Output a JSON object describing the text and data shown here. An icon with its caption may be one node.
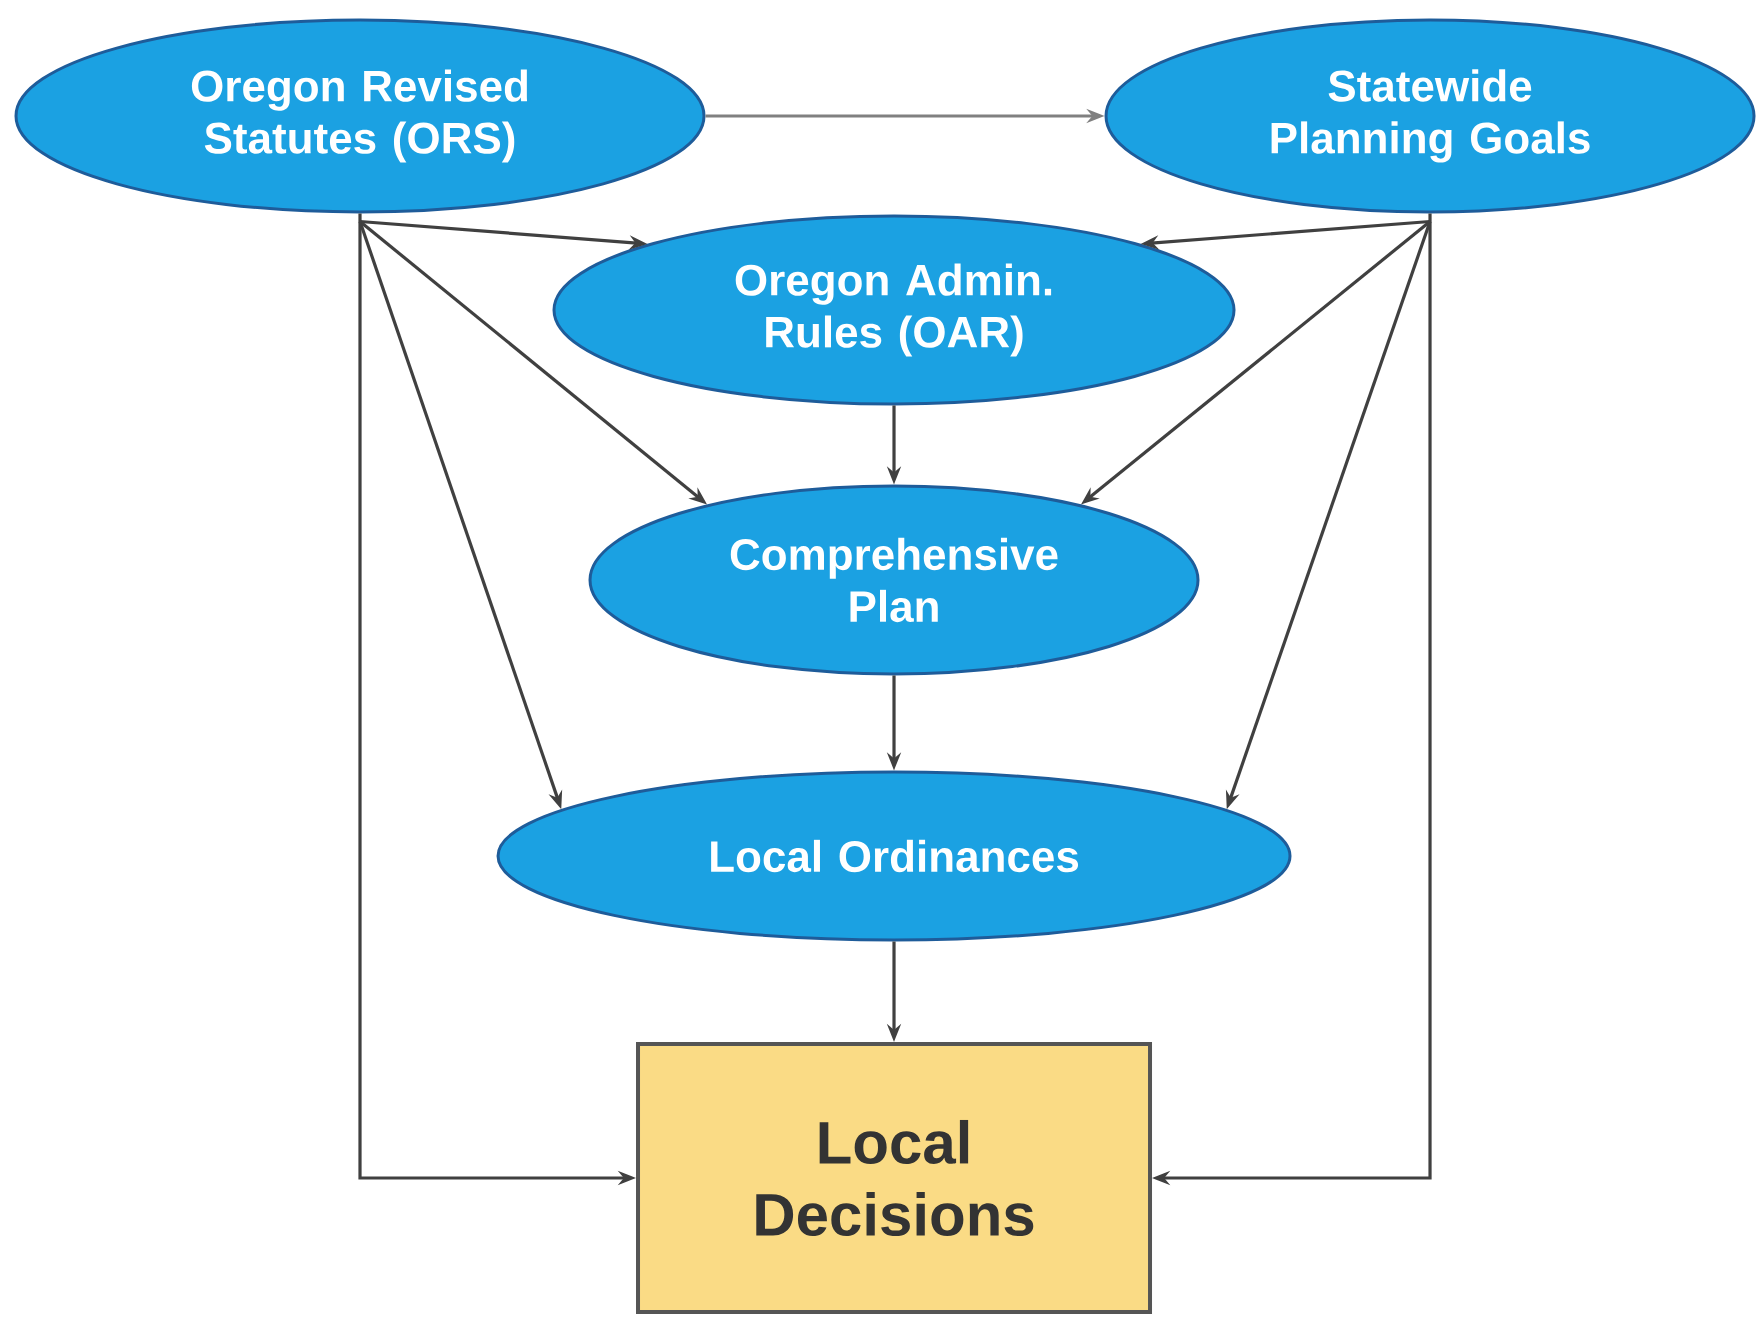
{
  "diagram": {
    "nodes": [
      {
        "text": [
          "Oregon Revised Statutes (ORS)"
        ]
      },
      {
        "text": [
          "Statewide Planning Goals"
        ]
      },
      {
        "text": [
          "Oregon Admin. Rules (OAR)"
        ]
      },
      {
        "text": [
          "Comprehensive Plan"
        ]
      },
      {
        "text": [
          "Local Ordinances"
        ]
      },
      {
        "text": [
          "Local Decisions"
        ]
      }
    ],
    "edges": [
      {
        "from": 0,
        "to": 1,
        "arrow": "to",
        "color": "#808080"
      },
      {
        "from": 0,
        "to": 2,
        "arrow": "to"
      },
      {
        "from": 0,
        "to": 3,
        "arrow": "to"
      },
      {
        "from": 0,
        "to": 4,
        "arrow": "to"
      },
      {
        "from": 0,
        "to": 5,
        "arrow": "to"
      },
      {
        "from": 1,
        "to": 2,
        "arrow": "to"
      },
      {
        "from": 1,
        "to": 3,
        "arrow": "to"
      },
      {
        "from": 1,
        "to": 4,
        "arrow": "to"
      },
      {
        "from": 1,
        "to": 5,
        "arrow": "to"
      },
      {
        "from": 2,
        "to": 3,
        "arrow": "to"
      },
      {
        "from": 3,
        "to": 4,
        "arrow": "to"
      },
      {
        "from": 4,
        "to": 5,
        "arrow": "to"
      }
    ]
  }
}
